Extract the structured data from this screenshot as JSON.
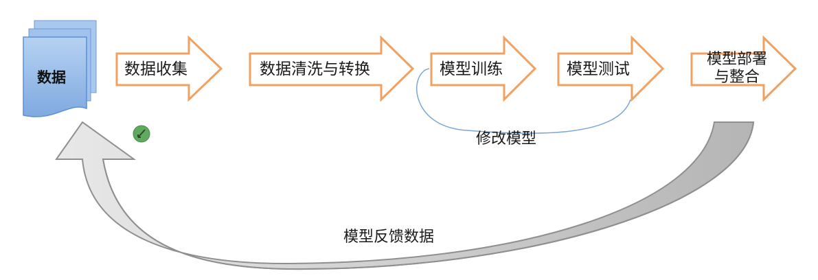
{
  "diagram": {
    "data_store_label": "数据",
    "steps": [
      {
        "label": "数据收集"
      },
      {
        "label": "数据清洗与转换"
      },
      {
        "label": "模型训练"
      },
      {
        "label": "模型测试"
      },
      {
        "label_line1": "模型部署",
        "label_line2": "与整合"
      }
    ],
    "loop_label": "修改模型",
    "feedback_label": "模型反馈数据",
    "colors": {
      "arrow_stroke": "#f0a060",
      "doc_fill": "#9dc0ea",
      "doc_stroke": "#5b8fd3",
      "loop_stroke": "#7aa7d6",
      "feedback_fill": "#c0c0c0",
      "feedback_stroke": "#8f8f8f",
      "cursor_fill": "#5faa5f"
    }
  }
}
